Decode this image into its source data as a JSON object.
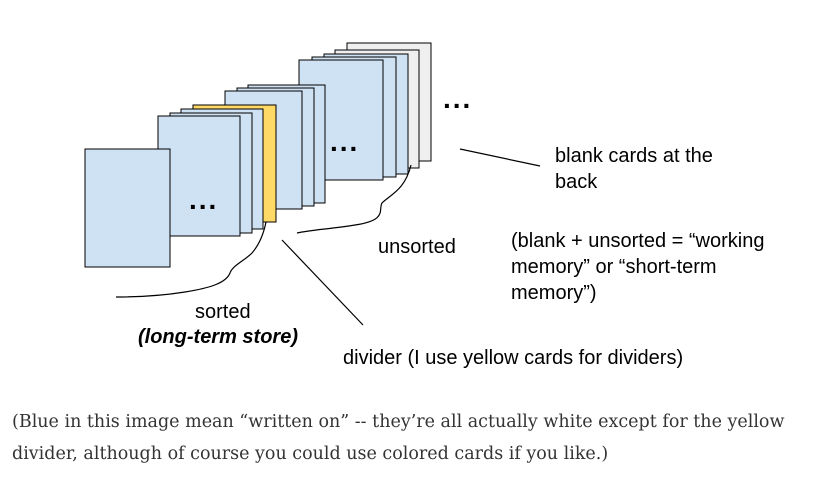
{
  "diagram": {
    "ellipsis": "...",
    "labels": {
      "blank_cards_line1": "blank cards at the",
      "blank_cards_line2": "back",
      "unsorted": "unsorted",
      "working_memory_line1": "(blank + unsorted = “working",
      "working_memory_line2": "memory” or “short-term",
      "working_memory_line3": "memory”)",
      "sorted": "sorted",
      "long_term_store": "(long-term store)",
      "divider": "divider (I use yellow cards for dividers)"
    },
    "colors": {
      "written_card": "#cfe2f3",
      "divider_card": "#ffd966",
      "blank_card": "#efefef"
    }
  },
  "caption": {
    "text": "(Blue in this image mean “written on” -- they’re all actually white except for the yellow divider, although of course you could use colored cards if you like.)"
  }
}
